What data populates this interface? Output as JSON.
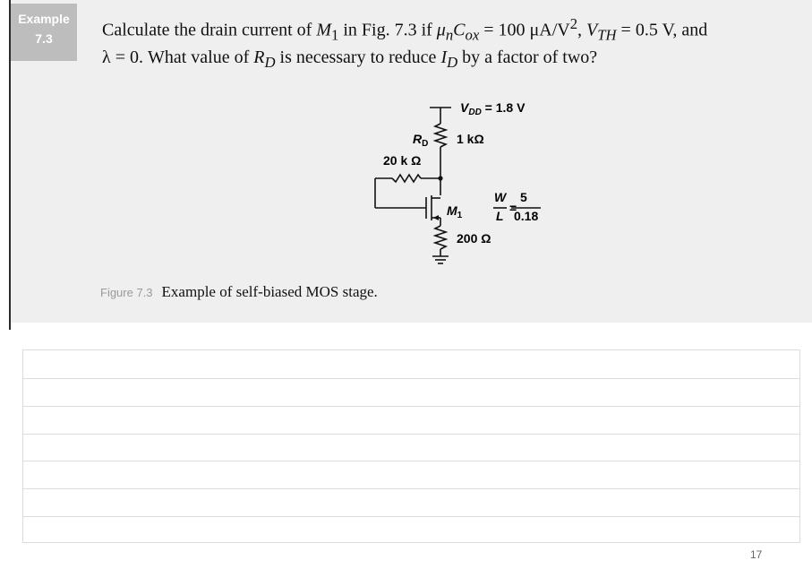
{
  "example": {
    "tag_word": "Example",
    "tag_number": "7.3"
  },
  "problem": {
    "p1": "Calculate the drain current of ",
    "m": "M",
    "m_sub": "1",
    "p2": " in Fig. 7.3 if ",
    "mu": "μ",
    "mu_sub": "n",
    "cox": "C",
    "cox_sub": "ox",
    "p3": " = 100 μA/V",
    "p3_sup": "2",
    "p4": ", ",
    "vth": "V",
    "vth_sub": "TH",
    "p5": " = 0.5 V, and",
    "lambda_eq": "λ = 0. What value of ",
    "rd": "R",
    "rd_sub": "D",
    "p6": " is necessary to reduce ",
    "id": "I",
    "id_sub": "D",
    "p7": " by a factor of two?"
  },
  "circuit": {
    "vdd_v": "V",
    "vdd_sub": "DD",
    "vdd_val": " = 1.8 V",
    "rd_r": "R",
    "rd_sub": "D",
    "rd_val": "1 kΩ",
    "rf_val": "20 k Ω",
    "m1_m": "M",
    "m1_sub": "1",
    "w": "W",
    "l": "L",
    "eq": "=",
    "num": "5",
    "den": "0.18",
    "rs_val": "200 Ω"
  },
  "caption": {
    "label": "Figure 7.3",
    "text": "Example of self-biased MOS stage."
  },
  "page_number": "17"
}
